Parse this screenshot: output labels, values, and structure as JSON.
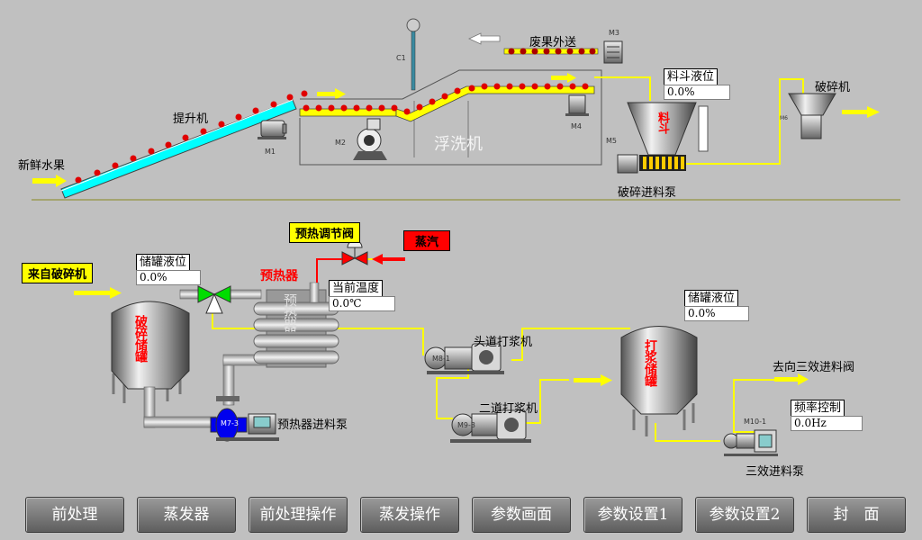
{
  "labels": {
    "fresh_fruit": "新鲜水果",
    "elevator": "提升机",
    "waste_out": "废果外送",
    "washer": "浮洗机",
    "crusher": "破碎机",
    "crusher_feed_pump": "破碎进料泵",
    "hopper": "料斗",
    "from_crusher": "来自破碎机",
    "preheat_valve": "预热调节阀",
    "steam": "蒸汽",
    "preheater": "预热器",
    "preheater_body": "预热器",
    "crush_tank": "破碎储罐",
    "preheater_feed_pump": "预热器进料泵",
    "first_pulper": "头道打浆机",
    "second_pulper": "二道打浆机",
    "pulp_tank": "打浆储罐",
    "to_triple_valve": "去向三效进料阀",
    "triple_feed_pump": "三效进料泵"
  },
  "tags": {
    "c1": "C1",
    "m1": "M1",
    "m2": "M2",
    "m3": "M3",
    "m4": "M4",
    "m5": "M5",
    "m6": "M6",
    "m7": "M7-3",
    "m8": "M8-1",
    "m9": "M9-3",
    "m10": "M10-1"
  },
  "displays": {
    "hopper_level": {
      "title": "料斗液位",
      "value": "0.0%"
    },
    "crush_tank_level": {
      "title": "储罐液位",
      "value": "0.0%"
    },
    "current_temp": {
      "title": "当前温度",
      "value": "0.0℃"
    },
    "pulp_tank_level": {
      "title": "储罐液位",
      "value": "0.0%"
    },
    "freq_control": {
      "title": "频率控制",
      "value": "0.0Hz"
    }
  },
  "nav": [
    "前处理",
    "蒸发器",
    "前处理操作",
    "蒸发操作",
    "参数画面",
    "参数设置1",
    "参数设置2",
    "封　面"
  ]
}
